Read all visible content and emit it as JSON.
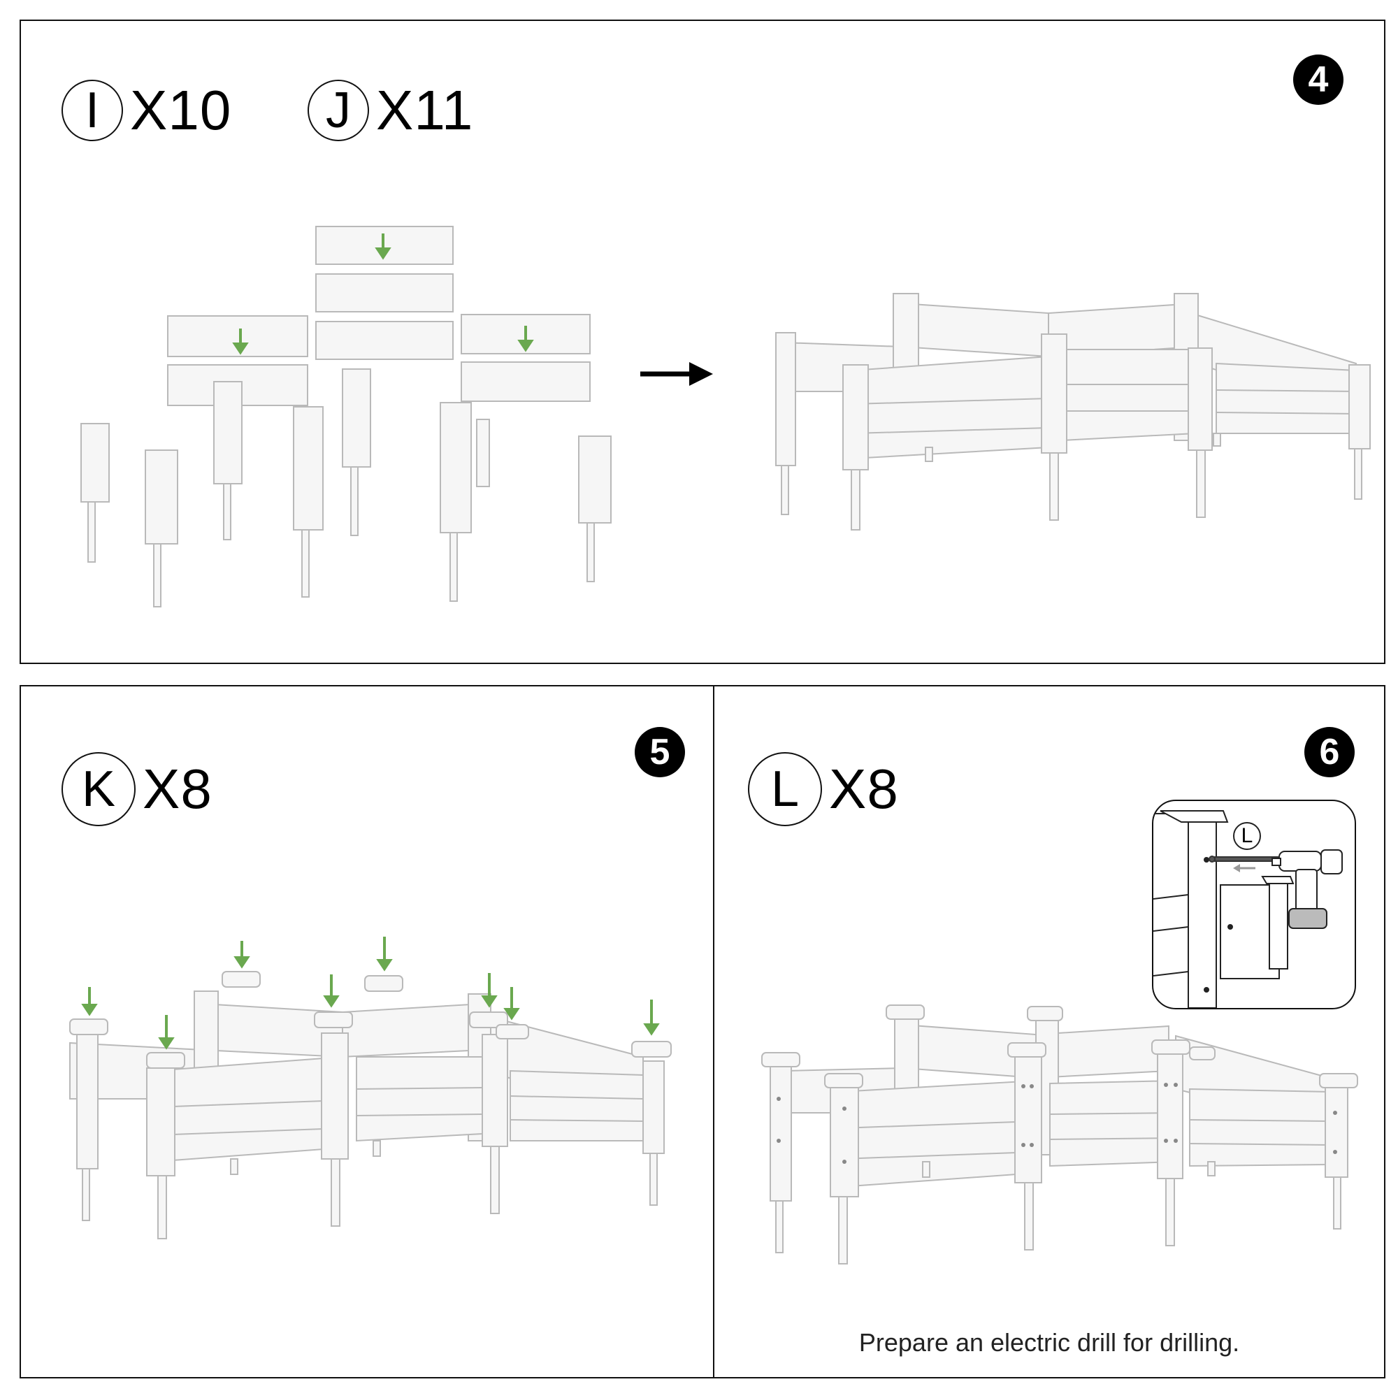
{
  "step4": {
    "number": "4",
    "parts": [
      {
        "letter": "I",
        "qty": "X10"
      },
      {
        "letter": "J",
        "qty": "X11"
      }
    ]
  },
  "step5": {
    "number": "5",
    "parts": [
      {
        "letter": "K",
        "qty": "X8"
      }
    ]
  },
  "step6": {
    "number": "6",
    "parts": [
      {
        "letter": "L",
        "qty": "X8"
      }
    ],
    "inset_label": "L",
    "caption": "Prepare an electric drill for drilling."
  },
  "colors": {
    "arrow_green": "#6aa84f",
    "part_fill": "#f6f6f6",
    "part_stroke": "#b9b9b9",
    "frame": "#111111"
  },
  "icons": [
    "down-arrow-icon",
    "right-arrow-icon",
    "drill-icon",
    "screw-icon"
  ]
}
